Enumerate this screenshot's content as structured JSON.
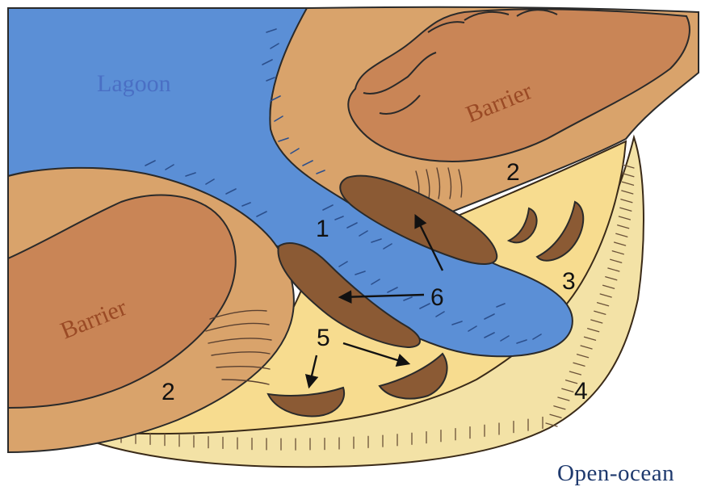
{
  "regions": {
    "lagoon": "Lagoon",
    "barrier_top": "Barrier",
    "barrier_left": "Barrier",
    "open_ocean": "Open-ocean"
  },
  "markers": {
    "m1": "1",
    "m2_top": "2",
    "m2_bottom": "2",
    "m3": "3",
    "m4": "4",
    "m5": "5",
    "m6": "6"
  },
  "colors": {
    "lagoon_water": "#5b8fd6",
    "barrier_outer": "#d9a36b",
    "barrier_inner": "#c98556",
    "sand_flat": "#f6dd90",
    "shoal_bars": "#8b5a34",
    "ocean_label": "#1f3a6e",
    "lagoon_label": "#4a6fc4",
    "barrier_label": "#9a4a25"
  }
}
